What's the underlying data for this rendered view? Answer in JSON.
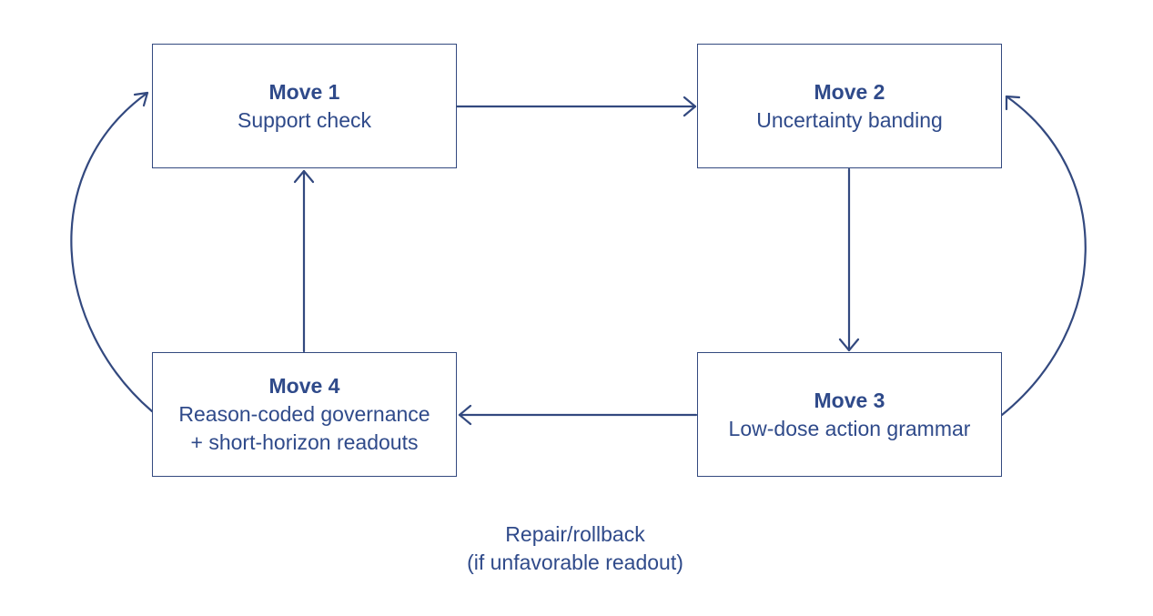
{
  "moves": [
    {
      "title": "Move 1",
      "lines": [
        "Support check"
      ]
    },
    {
      "title": "Move 2",
      "lines": [
        "Uncertainty banding"
      ]
    },
    {
      "title": "Move 3",
      "lines": [
        "Low-dose action grammar"
      ]
    },
    {
      "title": "Move 4",
      "lines": [
        "Reason-coded governance",
        "+ short-horizon readouts"
      ]
    }
  ],
  "caption": {
    "line1": "Repair/rollback",
    "line2": "(if unfavorable readout)"
  },
  "colors": {
    "stroke": "#33497f",
    "text": "#2f4a8a",
    "background": "#ffffff"
  }
}
